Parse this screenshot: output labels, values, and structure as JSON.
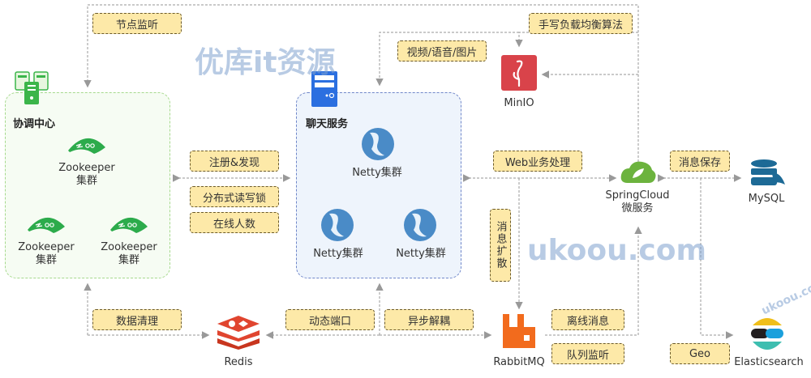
{
  "groups": {
    "coordination": {
      "title": "协调中心",
      "nodes": [
        {
          "name": "Zookeeper",
          "sub": "集群"
        },
        {
          "name": "Zookeeper",
          "sub": "集群"
        },
        {
          "name": "Zookeeper",
          "sub": "集群"
        }
      ]
    },
    "chat": {
      "title": "聊天服务",
      "nodes": [
        {
          "name": "Netty集群"
        },
        {
          "name": "Netty集群"
        },
        {
          "name": "Netty集群"
        }
      ]
    }
  },
  "components": {
    "minio": "MinIO",
    "springcloud": {
      "name": "SpringCloud",
      "sub": "微服务"
    },
    "mysql": "MySQL",
    "redis": "Redis",
    "rabbitmq": "RabbitMQ",
    "elasticsearch": "Elasticsearch"
  },
  "tags": {
    "node_watch": "节点监听",
    "load_balance": "手写负载均衡算法",
    "media": "视频/语音/图片",
    "register": "注册&发现",
    "rw_lock": "分布式读写锁",
    "online_count": "在线人数",
    "web_business": "Web业务处理",
    "msg_save": "消息保存",
    "msg_spread": "消息扩散",
    "data_clean": "数据清理",
    "dynamic_port": "动态端口",
    "async_decouple": "异步解耦",
    "offline_msg": "离线消息",
    "queue_listen": "队列监听",
    "geo": "Geo"
  },
  "watermark": {
    "line1": "优库it资源",
    "line2": "ukoou.com",
    "corner": "ukoou.com"
  },
  "colors": {
    "tag_bg": "#fde9a8",
    "green": "#3bb54a",
    "blue_group": "#eef4fc",
    "minio": "#d9434a",
    "redis": "#e0452f",
    "rabbitmq": "#f26b1d",
    "mysql": "#1d6a96"
  }
}
